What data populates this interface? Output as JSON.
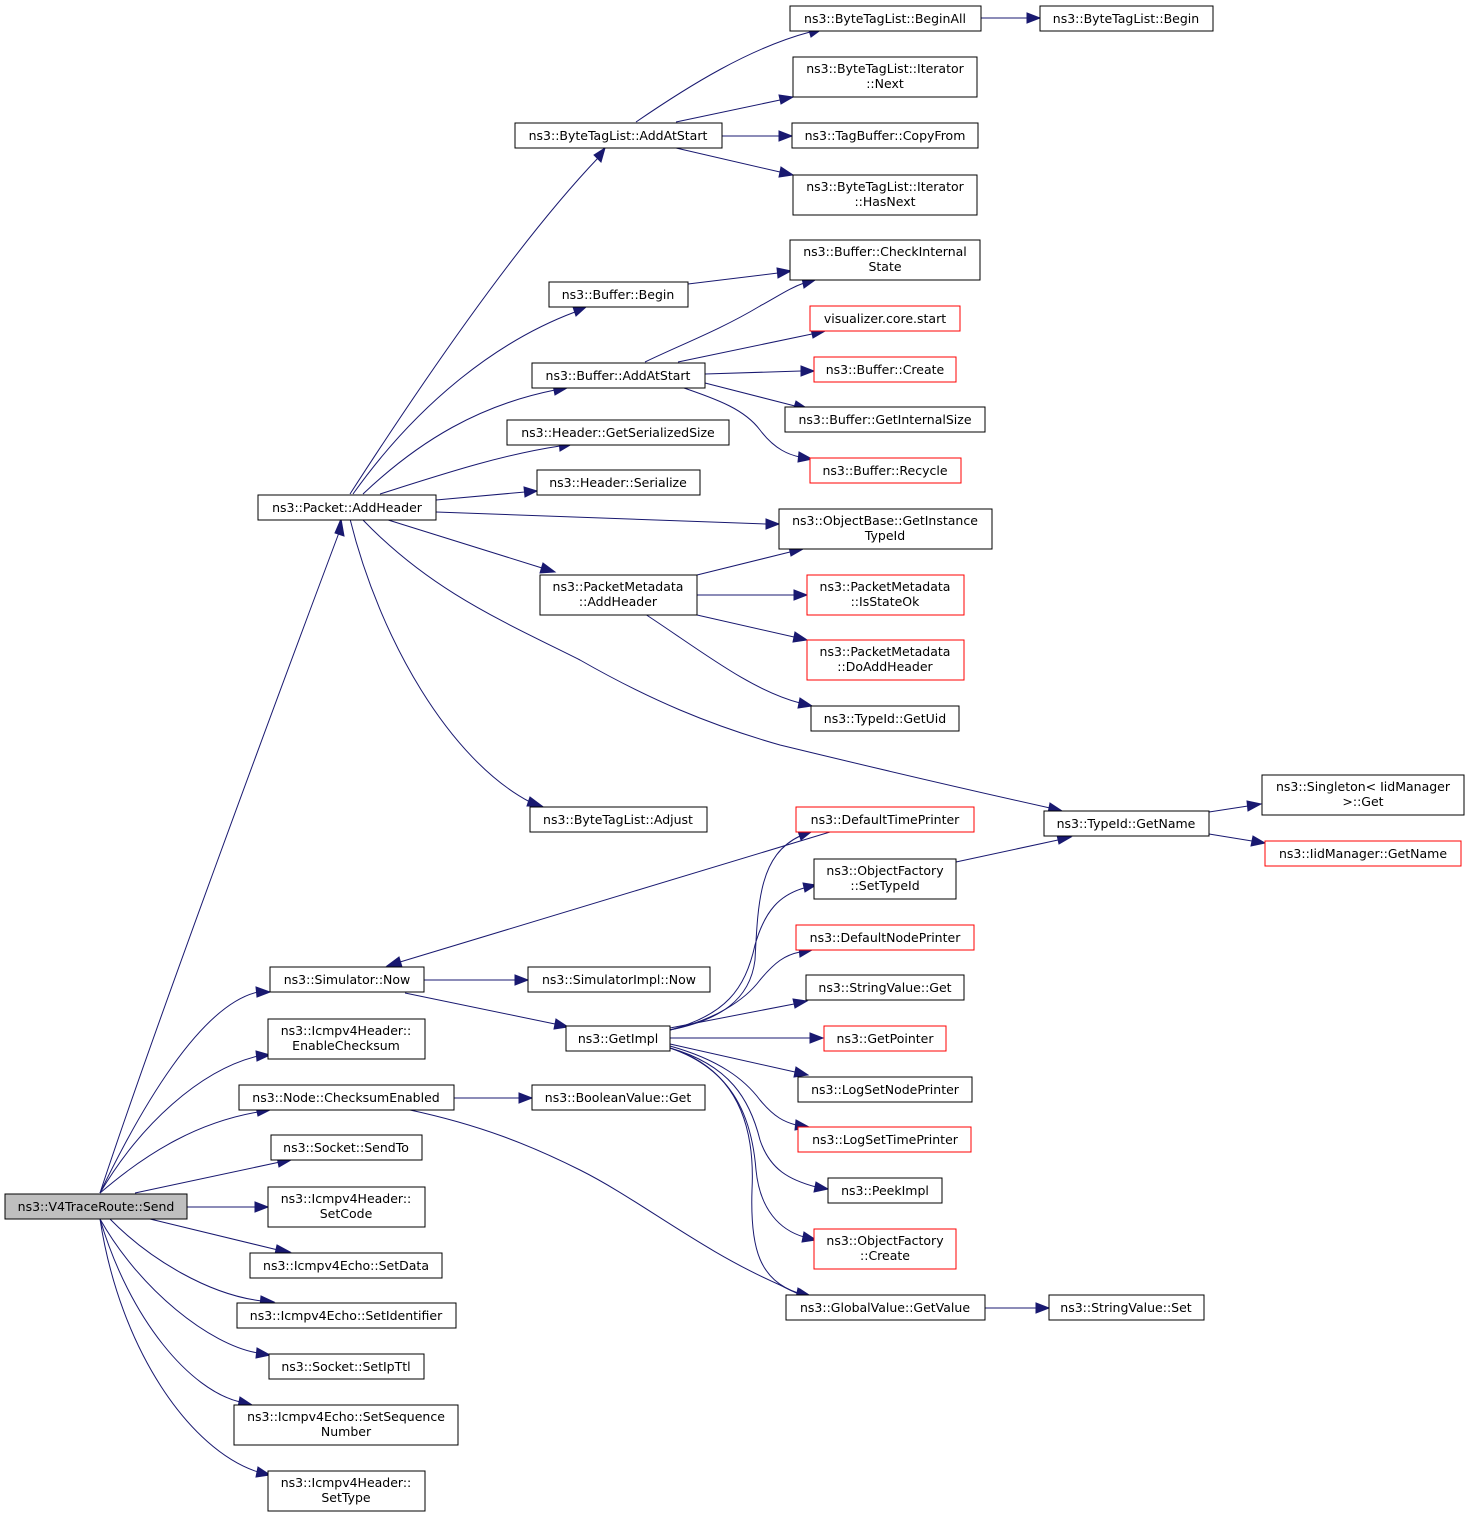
{
  "diagram": {
    "kind": "call-graph",
    "colors": {
      "edge": "#191970",
      "node_border": "#000000",
      "node_border_truncated": "#ff0000",
      "root_fill": "#bfbfbf",
      "node_fill": "#ffffff"
    },
    "nodes": [
      {
        "id": "send",
        "lines": [
          "ns3::V4TraceRoute::Send"
        ],
        "style": "root"
      },
      {
        "id": "addHeader",
        "lines": [
          "ns3::Packet::AddHeader"
        ],
        "style": "normal"
      },
      {
        "id": "simNow",
        "lines": [
          "ns3::Simulator::Now"
        ],
        "style": "normal"
      },
      {
        "id": "icmpEnableChecksum",
        "lines": [
          "ns3::Icmpv4Header::",
          "EnableChecksum"
        ],
        "style": "normal"
      },
      {
        "id": "nodeChecksumEnabled",
        "lines": [
          "ns3::Node::ChecksumEnabled"
        ],
        "style": "normal"
      },
      {
        "id": "socketSendTo",
        "lines": [
          "ns3::Socket::SendTo"
        ],
        "style": "normal"
      },
      {
        "id": "icmpSetCode",
        "lines": [
          "ns3::Icmpv4Header::",
          "SetCode"
        ],
        "style": "normal"
      },
      {
        "id": "echoSetData",
        "lines": [
          "ns3::Icmpv4Echo::SetData"
        ],
        "style": "normal"
      },
      {
        "id": "echoSetIdentifier",
        "lines": [
          "ns3::Icmpv4Echo::SetIdentifier"
        ],
        "style": "normal"
      },
      {
        "id": "socketSetIpTtl",
        "lines": [
          "ns3::Socket::SetIpTtl"
        ],
        "style": "normal"
      },
      {
        "id": "echoSetSequence",
        "lines": [
          "ns3::Icmpv4Echo::SetSequence",
          "Number"
        ],
        "style": "normal"
      },
      {
        "id": "icmpSetType",
        "lines": [
          "ns3::Icmpv4Header::",
          "SetType"
        ],
        "style": "normal"
      },
      {
        "id": "btlAddAtStart",
        "lines": [
          "ns3::ByteTagList::AddAtStart"
        ],
        "style": "normal"
      },
      {
        "id": "bufBegin",
        "lines": [
          "ns3::Buffer::Begin"
        ],
        "style": "normal"
      },
      {
        "id": "bufAddAtStart",
        "lines": [
          "ns3::Buffer::AddAtStart"
        ],
        "style": "normal"
      },
      {
        "id": "hdrGetSerializedSize",
        "lines": [
          "ns3::Header::GetSerializedSize"
        ],
        "style": "normal"
      },
      {
        "id": "hdrSerialize",
        "lines": [
          "ns3::Header::Serialize"
        ],
        "style": "normal"
      },
      {
        "id": "pmAddHeader",
        "lines": [
          "ns3::PacketMetadata",
          "::AddHeader"
        ],
        "style": "normal"
      },
      {
        "id": "btlAdjust",
        "lines": [
          "ns3::ByteTagList::Adjust"
        ],
        "style": "normal"
      },
      {
        "id": "btlBeginAll",
        "lines": [
          "ns3::ByteTagList::BeginAll"
        ],
        "style": "normal"
      },
      {
        "id": "btlBegin",
        "lines": [
          "ns3::ByteTagList::Begin"
        ],
        "style": "normal"
      },
      {
        "id": "btlIterNext",
        "lines": [
          "ns3::ByteTagList::Iterator",
          "::Next"
        ],
        "style": "normal"
      },
      {
        "id": "tagCopyFrom",
        "lines": [
          "ns3::TagBuffer::CopyFrom"
        ],
        "style": "normal"
      },
      {
        "id": "btlIterHasNext",
        "lines": [
          "ns3::ByteTagList::Iterator",
          "::HasNext"
        ],
        "style": "normal"
      },
      {
        "id": "bufCheckInternal",
        "lines": [
          "ns3::Buffer::CheckInternal",
          "State"
        ],
        "style": "normal"
      },
      {
        "id": "vizStart",
        "lines": [
          "visualizer.core.start"
        ],
        "style": "truncated"
      },
      {
        "id": "bufCreate",
        "lines": [
          "ns3::Buffer::Create"
        ],
        "style": "truncated"
      },
      {
        "id": "bufGetInternalSize",
        "lines": [
          "ns3::Buffer::GetInternalSize"
        ],
        "style": "normal"
      },
      {
        "id": "bufRecycle",
        "lines": [
          "ns3::Buffer::Recycle"
        ],
        "style": "truncated"
      },
      {
        "id": "objGetInstanceTypeId",
        "lines": [
          "ns3::ObjectBase::GetInstance",
          "TypeId"
        ],
        "style": "normal"
      },
      {
        "id": "pmIsStateOk",
        "lines": [
          "ns3::PacketMetadata",
          "::IsStateOk"
        ],
        "style": "truncated"
      },
      {
        "id": "pmDoAddHeader",
        "lines": [
          "ns3::PacketMetadata",
          "::DoAddHeader"
        ],
        "style": "truncated"
      },
      {
        "id": "typeIdGetUid",
        "lines": [
          "ns3::TypeId::GetUid"
        ],
        "style": "normal"
      },
      {
        "id": "typeIdGetName",
        "lines": [
          "ns3::TypeId::GetName"
        ],
        "style": "normal"
      },
      {
        "id": "singletonGet",
        "lines": [
          "ns3::Singleton< IidManager",
          " >::Get"
        ],
        "style": "normal"
      },
      {
        "id": "iidGetName",
        "lines": [
          "ns3::IidManager::GetName"
        ],
        "style": "truncated"
      },
      {
        "id": "defaultTimePrinter",
        "lines": [
          "ns3::DefaultTimePrinter"
        ],
        "style": "truncated"
      },
      {
        "id": "ofSetTypeId",
        "lines": [
          "ns3::ObjectFactory",
          "::SetTypeId"
        ],
        "style": "normal"
      },
      {
        "id": "defaultNodePrinter",
        "lines": [
          "ns3::DefaultNodePrinter"
        ],
        "style": "truncated"
      },
      {
        "id": "simImplNow",
        "lines": [
          "ns3::SimulatorImpl::Now"
        ],
        "style": "normal"
      },
      {
        "id": "stringValueGet",
        "lines": [
          "ns3::StringValue::Get"
        ],
        "style": "normal"
      },
      {
        "id": "getImpl",
        "lines": [
          "ns3::GetImpl"
        ],
        "style": "normal"
      },
      {
        "id": "getPointer",
        "lines": [
          "ns3::GetPointer"
        ],
        "style": "truncated"
      },
      {
        "id": "logSetNodePrinter",
        "lines": [
          "ns3::LogSetNodePrinter"
        ],
        "style": "normal"
      },
      {
        "id": "boolValueGet",
        "lines": [
          "ns3::BooleanValue::Get"
        ],
        "style": "normal"
      },
      {
        "id": "logSetTimePrinter",
        "lines": [
          "ns3::LogSetTimePrinter"
        ],
        "style": "truncated"
      },
      {
        "id": "peekImpl",
        "lines": [
          "ns3::PeekImpl"
        ],
        "style": "normal"
      },
      {
        "id": "ofCreate",
        "lines": [
          "ns3::ObjectFactory",
          "::Create"
        ],
        "style": "truncated"
      },
      {
        "id": "gvGetValue",
        "lines": [
          "ns3::GlobalValue::GetValue"
        ],
        "style": "normal"
      },
      {
        "id": "stringValueSet",
        "lines": [
          "ns3::StringValue::Set"
        ],
        "style": "normal"
      }
    ],
    "edges": [
      {
        "from": "send",
        "to": "addHeader"
      },
      {
        "from": "send",
        "to": "simNow"
      },
      {
        "from": "send",
        "to": "icmpEnableChecksum"
      },
      {
        "from": "send",
        "to": "nodeChecksumEnabled"
      },
      {
        "from": "send",
        "to": "socketSendTo"
      },
      {
        "from": "send",
        "to": "icmpSetCode"
      },
      {
        "from": "send",
        "to": "echoSetData"
      },
      {
        "from": "send",
        "to": "echoSetIdentifier"
      },
      {
        "from": "send",
        "to": "socketSetIpTtl"
      },
      {
        "from": "send",
        "to": "echoSetSequence"
      },
      {
        "from": "send",
        "to": "icmpSetType"
      },
      {
        "from": "addHeader",
        "to": "btlAddAtStart"
      },
      {
        "from": "addHeader",
        "to": "bufBegin"
      },
      {
        "from": "addHeader",
        "to": "bufAddAtStart"
      },
      {
        "from": "addHeader",
        "to": "hdrGetSerializedSize"
      },
      {
        "from": "addHeader",
        "to": "hdrSerialize"
      },
      {
        "from": "addHeader",
        "to": "objGetInstanceTypeId"
      },
      {
        "from": "addHeader",
        "to": "pmAddHeader"
      },
      {
        "from": "addHeader",
        "to": "typeIdGetName"
      },
      {
        "from": "addHeader",
        "to": "btlAdjust"
      },
      {
        "from": "btlAddAtStart",
        "to": "btlBeginAll"
      },
      {
        "from": "btlAddAtStart",
        "to": "btlIterNext"
      },
      {
        "from": "btlAddAtStart",
        "to": "tagCopyFrom"
      },
      {
        "from": "btlAddAtStart",
        "to": "btlIterHasNext"
      },
      {
        "from": "btlBeginAll",
        "to": "btlBegin"
      },
      {
        "from": "bufBegin",
        "to": "bufCheckInternal"
      },
      {
        "from": "bufAddAtStart",
        "to": "bufCheckInternal"
      },
      {
        "from": "bufAddAtStart",
        "to": "vizStart"
      },
      {
        "from": "bufAddAtStart",
        "to": "bufCreate"
      },
      {
        "from": "bufAddAtStart",
        "to": "bufGetInternalSize"
      },
      {
        "from": "bufAddAtStart",
        "to": "bufRecycle"
      },
      {
        "from": "pmAddHeader",
        "to": "objGetInstanceTypeId"
      },
      {
        "from": "pmAddHeader",
        "to": "pmIsStateOk"
      },
      {
        "from": "pmAddHeader",
        "to": "pmDoAddHeader"
      },
      {
        "from": "pmAddHeader",
        "to": "typeIdGetUid"
      },
      {
        "from": "typeIdGetName",
        "to": "singletonGet"
      },
      {
        "from": "typeIdGetName",
        "to": "iidGetName"
      },
      {
        "from": "simNow",
        "to": "simImplNow"
      },
      {
        "from": "simNow",
        "to": "getImpl"
      },
      {
        "from": "defaultTimePrinter",
        "to": "simNow"
      },
      {
        "from": "ofSetTypeId",
        "to": "typeIdGetName"
      },
      {
        "from": "nodeChecksumEnabled",
        "to": "boolValueGet"
      },
      {
        "from": "nodeChecksumEnabled",
        "to": "gvGetValue"
      },
      {
        "from": "getImpl",
        "to": "ofSetTypeId"
      },
      {
        "from": "getImpl",
        "to": "defaultNodePrinter"
      },
      {
        "from": "getImpl",
        "to": "stringValueGet"
      },
      {
        "from": "getImpl",
        "to": "getPointer"
      },
      {
        "from": "getImpl",
        "to": "logSetNodePrinter"
      },
      {
        "from": "getImpl",
        "to": "logSetTimePrinter"
      },
      {
        "from": "getImpl",
        "to": "peekImpl"
      },
      {
        "from": "getImpl",
        "to": "ofCreate"
      },
      {
        "from": "getImpl",
        "to": "gvGetValue"
      },
      {
        "from": "getImpl",
        "to": "defaultTimePrinter"
      },
      {
        "from": "gvGetValue",
        "to": "stringValueSet"
      }
    ]
  }
}
